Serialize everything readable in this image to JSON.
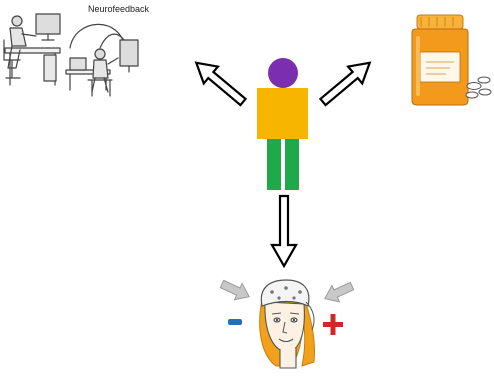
{
  "diagram": {
    "center_node": {
      "name": "person",
      "colors": {
        "head": "#7b2fb0",
        "torso": "#f7b500",
        "legs": "#1fa94b"
      }
    },
    "nodes": {
      "neurofeedback": {
        "caption": "Neurofeedback"
      },
      "medication": {
        "colors": {
          "bottle": "#f39a1d",
          "cap": "#f7b23a",
          "label": "#fff7e8"
        }
      },
      "eeg_headset": {
        "signs": {
          "minus_color": "#2a6cb6",
          "plus_color": "#d02828"
        }
      }
    },
    "arrows": [
      {
        "from": "person",
        "to": "neurofeedback"
      },
      {
        "from": "person",
        "to": "medication"
      },
      {
        "from": "person",
        "to": "eeg_headset"
      }
    ]
  }
}
